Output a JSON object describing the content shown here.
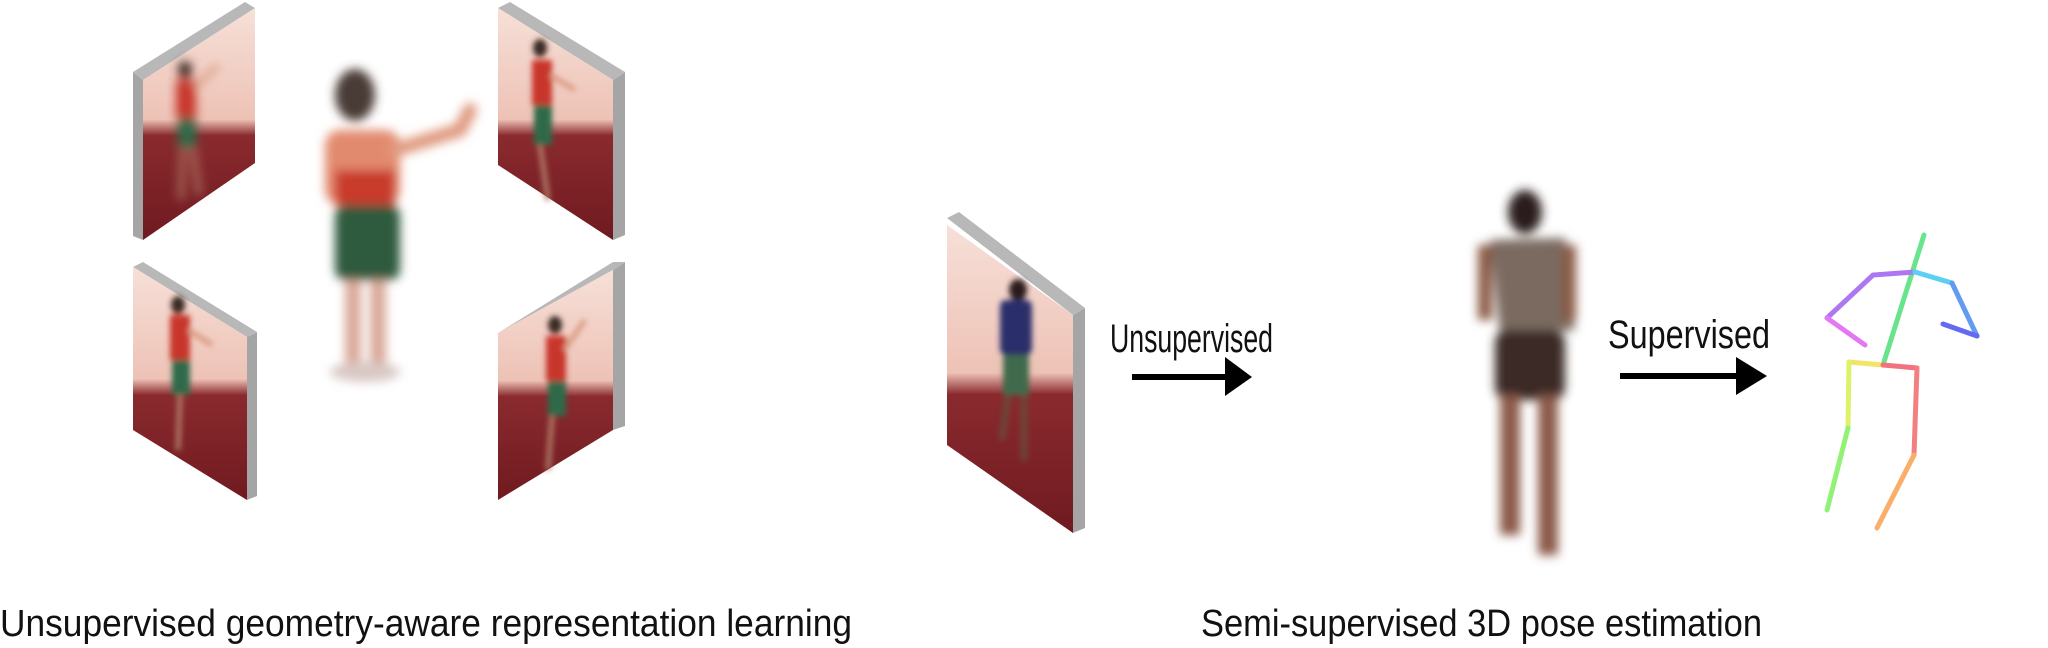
{
  "figure": {
    "left_section": {
      "caption": "Unsupervised geometry-aware representation learning"
    },
    "right_section": {
      "caption": "Semi-supervised 3D pose estimation",
      "arrow1_label": "Unsupervised",
      "arrow2_label": "Supervised"
    }
  },
  "colors": {
    "wall": "#f2cfc4",
    "floor": "#7e1f26",
    "frame": "#a9a9a9",
    "arrow": "#000000"
  }
}
